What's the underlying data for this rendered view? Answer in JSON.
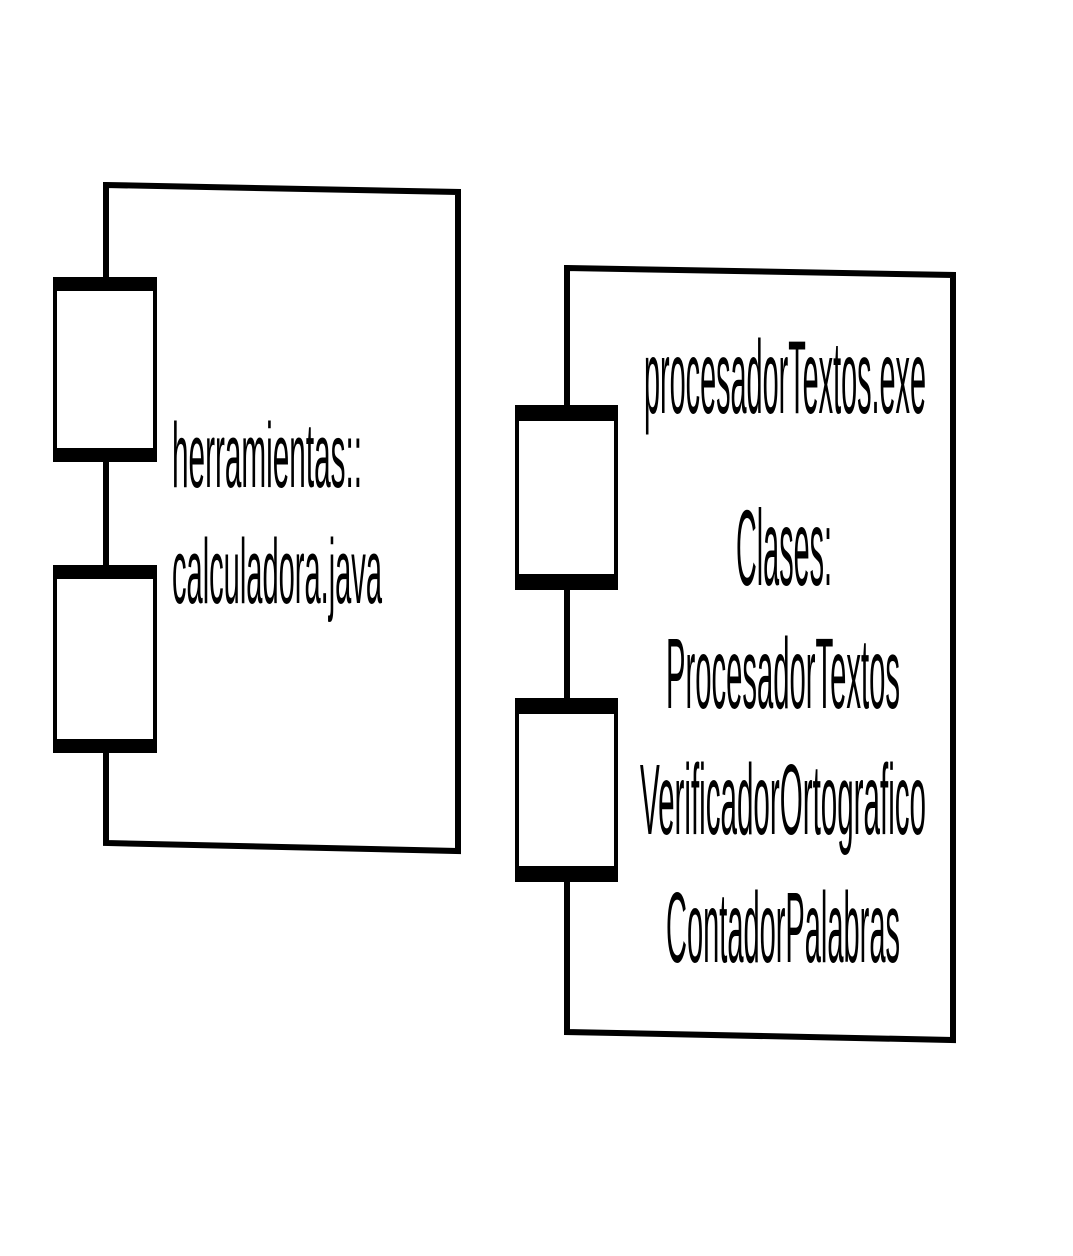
{
  "components": [
    {
      "lines": [
        "herramientas::",
        "calculadora.java"
      ]
    },
    {
      "lines": [
        "procesadorTextos.exe",
        "Clases:",
        "ProcesadorTextos",
        "VerificadorOrtografico",
        "ContadorPalabras"
      ]
    }
  ],
  "colors": {
    "stroke": "#000000",
    "background": "#ffffff"
  }
}
